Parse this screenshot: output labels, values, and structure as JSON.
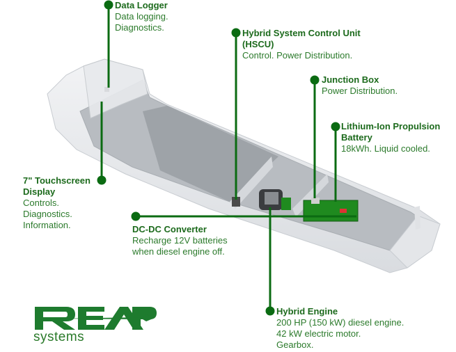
{
  "callouts": [
    {
      "id": "data-logger",
      "title": "Data Logger",
      "desc": [
        "Data logging.",
        "Diagnostics."
      ]
    },
    {
      "id": "hscu",
      "title": "Hybrid System Control Unit (HSCU)",
      "title_lines": [
        "Hybrid System Control Unit",
        "(HSCU)"
      ],
      "desc": [
        "Control. Power Distribution."
      ]
    },
    {
      "id": "junction-box",
      "title": "Junction Box",
      "desc": [
        "Power Distribution."
      ]
    },
    {
      "id": "battery",
      "title_lines": [
        "Lithium-Ion Propulsion",
        "Battery"
      ],
      "desc": [
        "18kWh. Liquid cooled."
      ]
    },
    {
      "id": "touchscreen",
      "title_lines": [
        "7\" Touchscreen",
        "Display"
      ],
      "desc": [
        "Controls.",
        "Diagnostics.",
        "Information."
      ]
    },
    {
      "id": "dcdc",
      "title": "DC-DC Converter",
      "desc": [
        "Recharge 12V batteries",
        "when diesel engine off."
      ]
    },
    {
      "id": "engine",
      "title": "Hybrid Engine",
      "desc": [
        "200 HP (150 kW) diesel engine.",
        "42 kW electric motor.",
        "Gearbox."
      ]
    }
  ],
  "logo": {
    "wordmark": "REAP",
    "subtitle": "systems"
  },
  "colors": {
    "accent": "#0b6b12",
    "text_title": "#1c6a1c",
    "text_desc": "#2b7a2b",
    "component_green": "#1f8a1f"
  }
}
